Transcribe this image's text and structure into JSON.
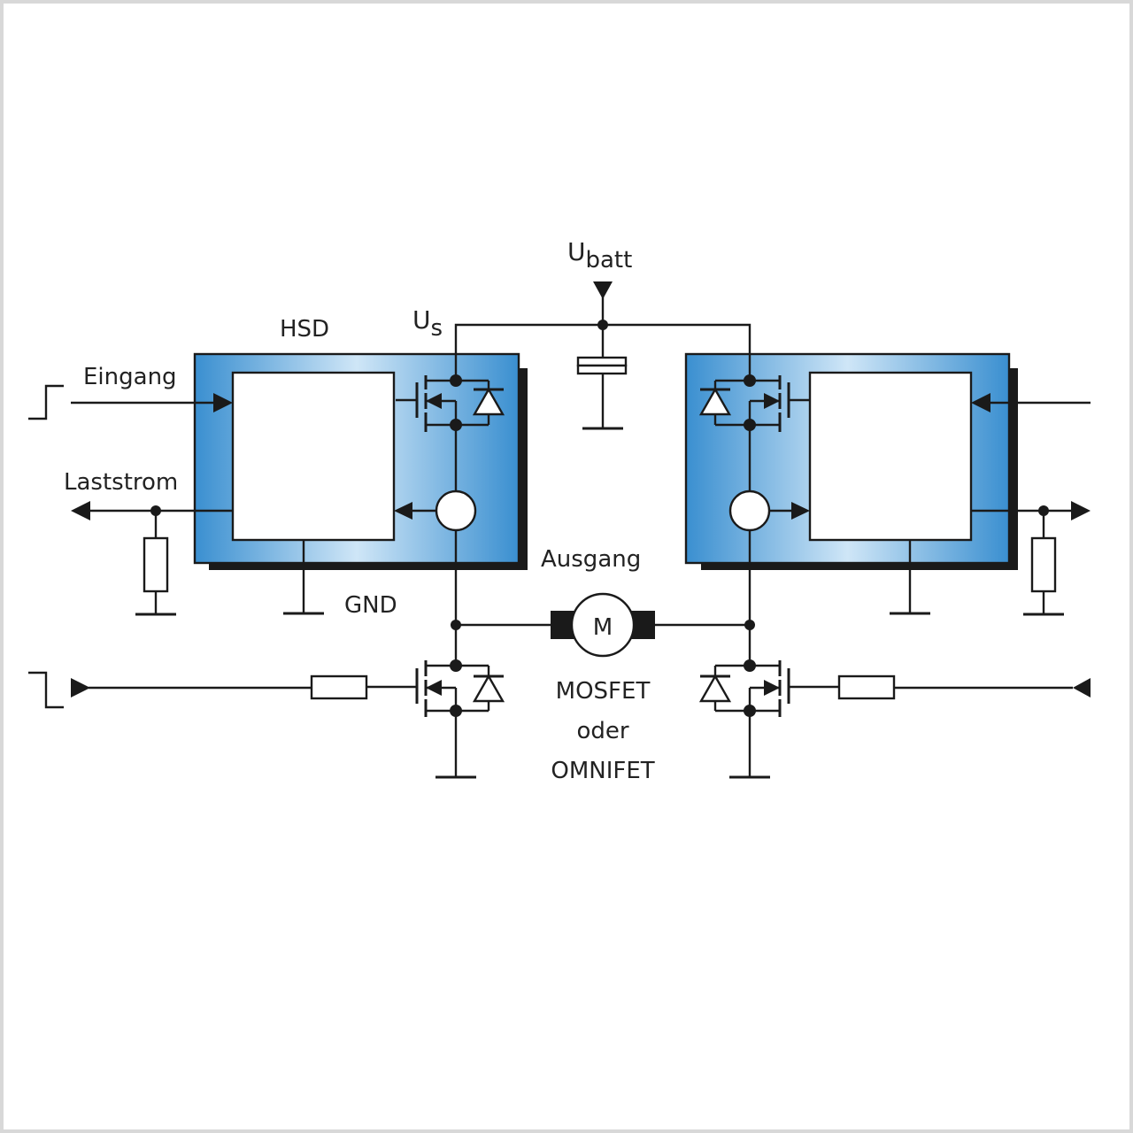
{
  "labels": {
    "ubatt_main": "U",
    "ubatt_sub": "batt",
    "us_main": "U",
    "us_sub": "s",
    "hsd": "HSD",
    "eingang": "Eingang",
    "laststrom": "Laststrom",
    "gnd": "GND",
    "ausgang": "Ausgang",
    "motor": "M",
    "mosfet_line1": "MOSFET",
    "mosfet_line2": "oder",
    "mosfet_line3": "OMNIFET"
  },
  "colors": {
    "box_gradient_edge": "#3a8fd0",
    "box_gradient_center": "#cfe6f7",
    "wire": "#1a1a1a",
    "frame": "#d8d8d8"
  }
}
